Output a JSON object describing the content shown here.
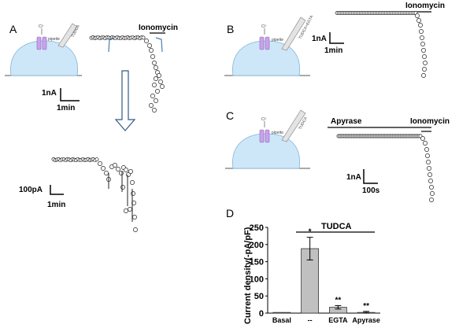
{
  "panels": {
    "A": {
      "letter": "A",
      "cl_label": "Cl⁻",
      "pipette_label": "pipette",
      "drug_label": "TUDCA",
      "ionomycin_label": "Ionomycin",
      "scale_top": {
        "y_label": "1nA",
        "x_label": "1min"
      },
      "scale_zoom": {
        "y_label": "100pA",
        "x_label": "1min"
      }
    },
    "B": {
      "letter": "B",
      "cl_label": "Cl⁻",
      "pipette_label": "pipette",
      "drug_label": "TUDCA+EGTA",
      "ionomycin_label": "Ionomycin",
      "scale": {
        "y_label": "1nA",
        "x_label": "1min"
      }
    },
    "C": {
      "letter": "C",
      "cl_label": "Cl⁻",
      "pipette_label": "pipette",
      "drug_label": "TUDCA",
      "apyrase_label": "Apyrase",
      "ionomycin_label": "Ionomycin",
      "scale": {
        "y_label": "1nA",
        "x_label": "100s"
      }
    },
    "D": {
      "letter": "D"
    }
  },
  "chart_data": {
    "type": "bar",
    "title": "",
    "group_label": "TUDCA",
    "ylabel": "Current density(-pA/pF)",
    "xlabel": "",
    "ylim": [
      0,
      250
    ],
    "yticks": [
      0,
      50,
      100,
      150,
      200,
      250
    ],
    "categories": [
      "Basal",
      "--",
      "EGTA",
      "Apyrase"
    ],
    "values": [
      2,
      188,
      17,
      2
    ],
    "errors": [
      0,
      33,
      5,
      3
    ],
    "annotations": [
      "",
      "*",
      "**",
      "**"
    ],
    "bar_color": "#c0c0c0"
  }
}
